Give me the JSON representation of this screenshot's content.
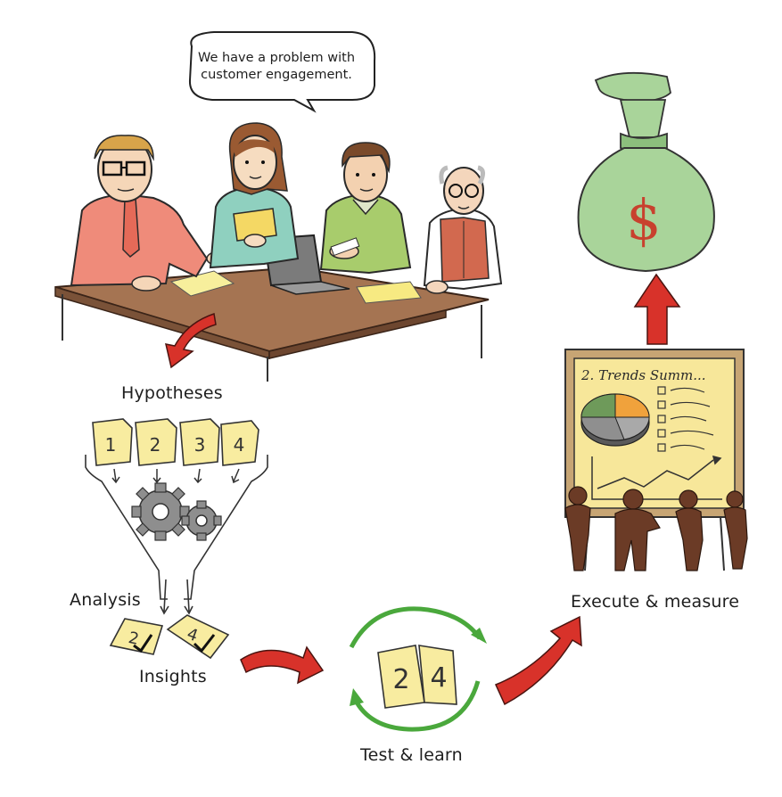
{
  "speech_bubble": {
    "line1": "We have a problem with",
    "line2": "customer engagement."
  },
  "labels": {
    "hypotheses": "Hypotheses",
    "analysis": "Analysis",
    "insights": "Insights",
    "test_learn": "Test & learn",
    "execute_measure": "Execute & measure"
  },
  "hypothesis_cards": [
    "1",
    "2",
    "3",
    "4"
  ],
  "insight_cards": [
    "2",
    "4"
  ],
  "test_cards": [
    "2",
    "4"
  ],
  "board": {
    "heading": "2. Trends Summ..."
  },
  "money_bag": {
    "symbol": "$"
  },
  "colors": {
    "arrow_red": "#d8322a",
    "cycle_green": "#4aa83c",
    "card_yellow": "#f8eca0",
    "bag_green": "#a9d49a",
    "board_frame": "#c7a574",
    "board_fill": "#f7e79a",
    "table_wood": "#a07352",
    "silhouette": "#6b3b26"
  }
}
